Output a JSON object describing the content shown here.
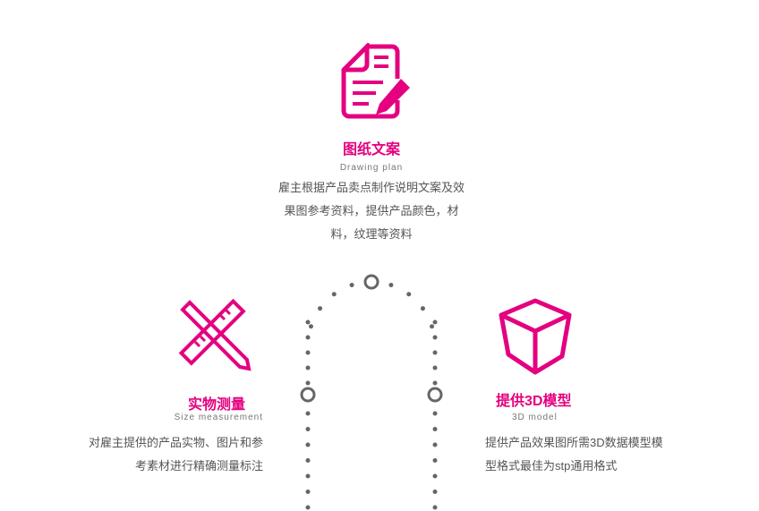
{
  "accent": "#e4007f",
  "top": {
    "icon": "document-edit-icon",
    "title": "图纸文案",
    "subtitle": "Drawing plan",
    "lines": [
      "雇主根据产品卖点制作说明文案及效",
      "果图参考资料，提供产品颜色，材",
      "料，纹理等资料"
    ]
  },
  "left": {
    "icon": "ruler-pencil-icon",
    "title": "实物测量",
    "subtitle": "Size measurement",
    "lines": [
      "对雇主提供的产品实物、图片和参",
      "考素材进行精确测量标注"
    ]
  },
  "right": {
    "icon": "cube-icon",
    "title": "提供3D模型",
    "subtitle": "3D model",
    "lines": [
      "提供产品效果图所需3D数据模型模",
      "型格式最佳为stp通用格式"
    ]
  }
}
